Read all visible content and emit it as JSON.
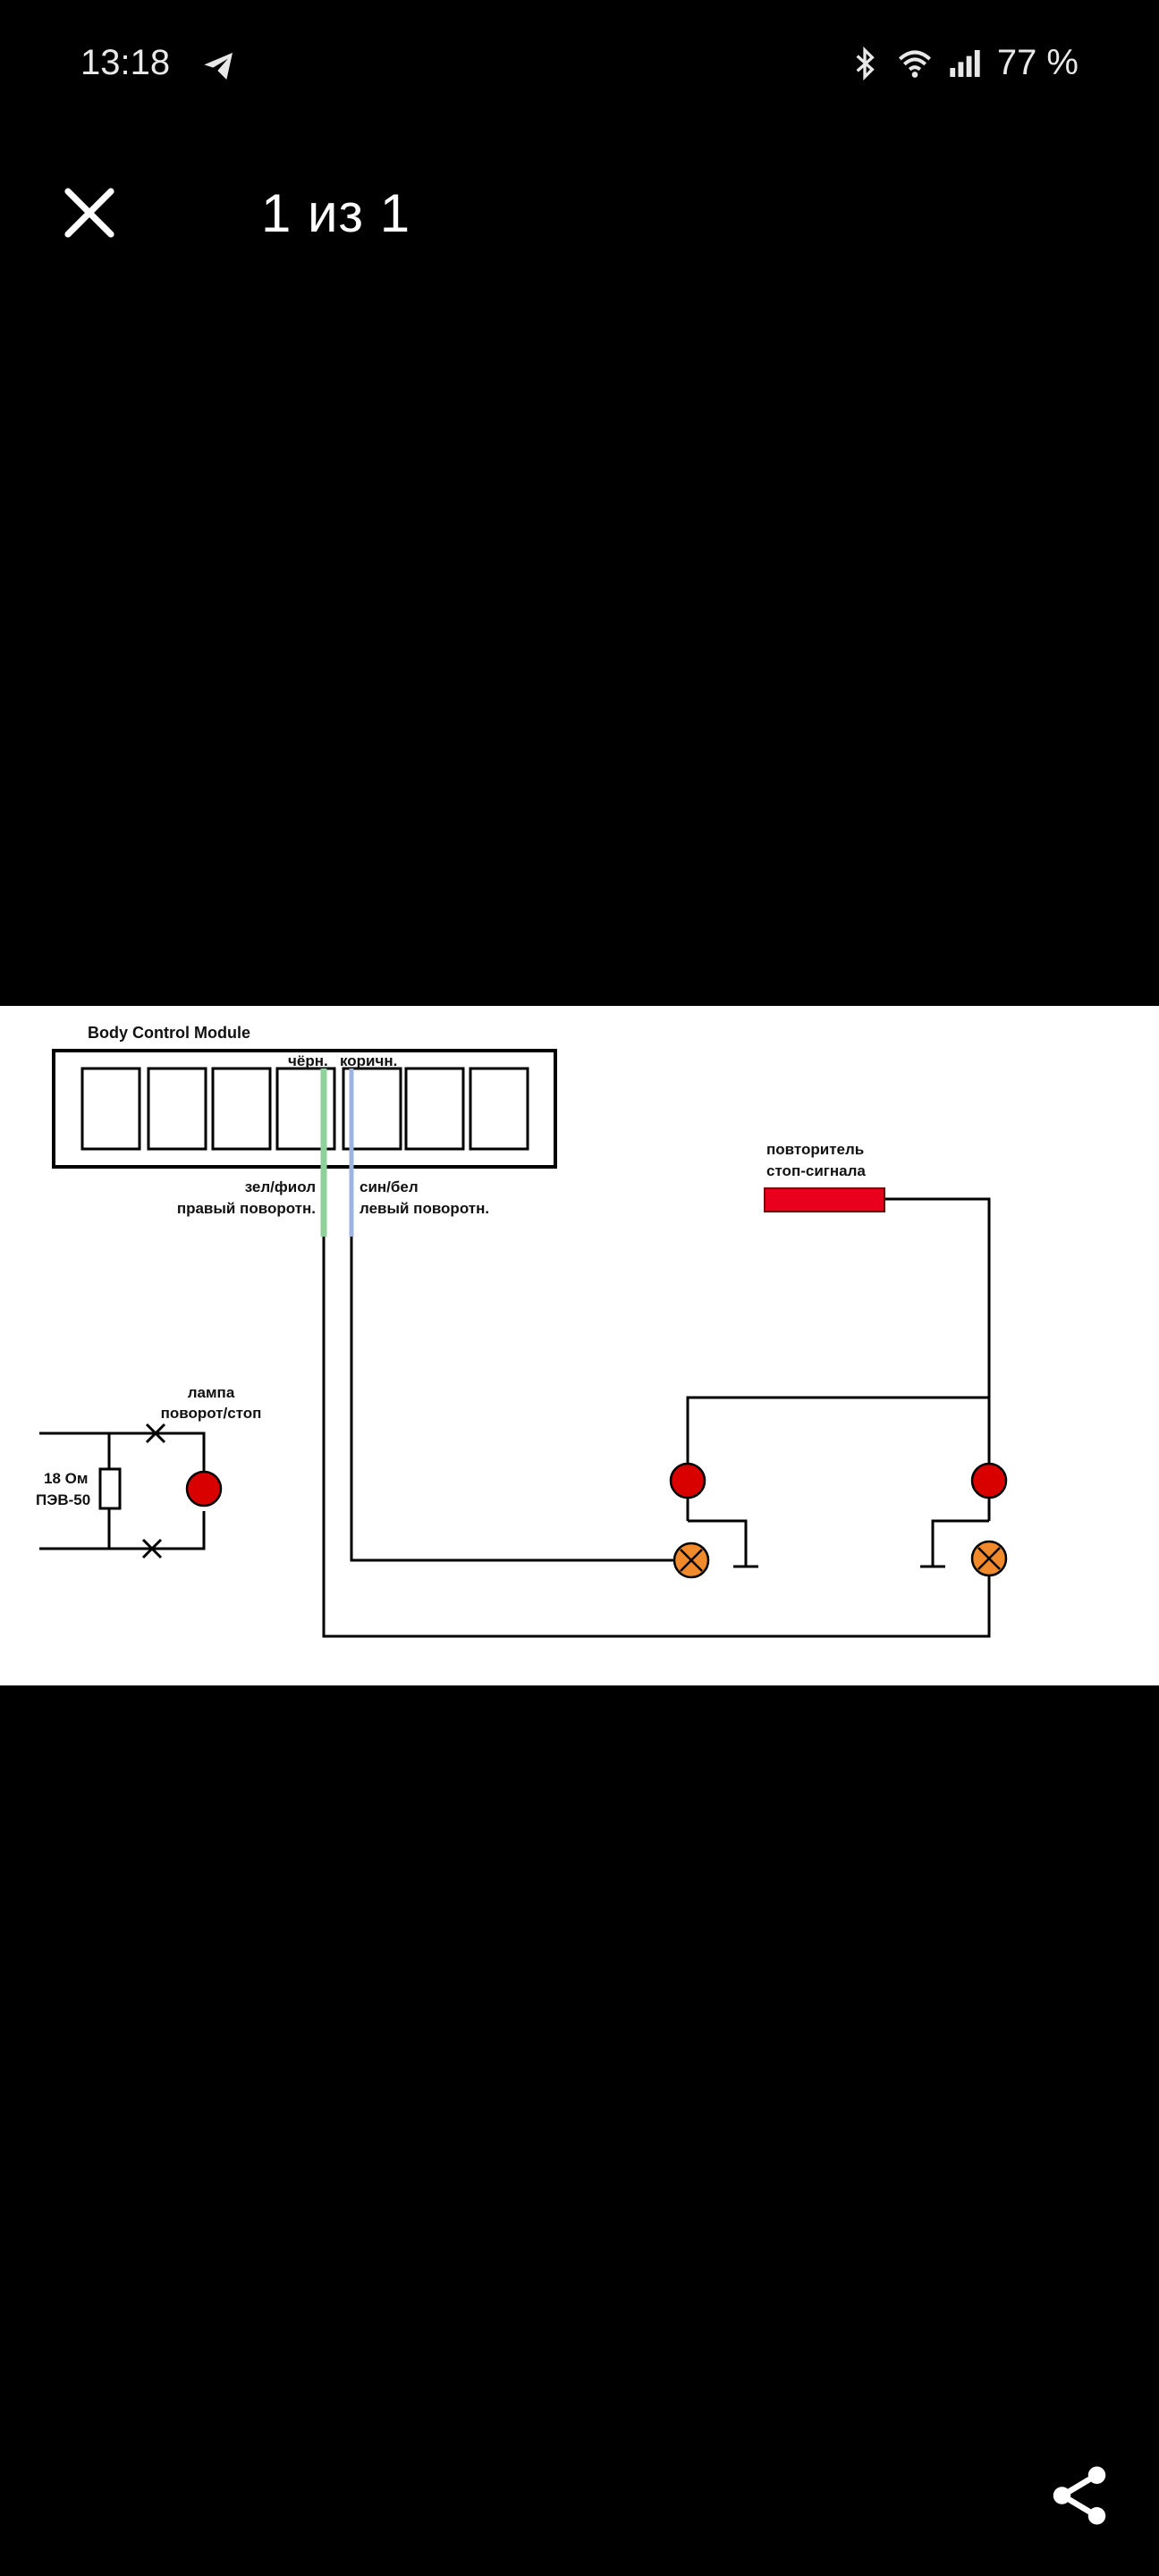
{
  "status_bar": {
    "time": "13:18",
    "battery": "77 %",
    "icons": [
      "telegram-icon",
      "bluetooth-icon",
      "wifi-icon",
      "signal-icon"
    ]
  },
  "viewer": {
    "counter": "1 из 1",
    "close_icon": "close-icon",
    "share_icon": "share-icon"
  },
  "diagram": {
    "title": "Body Control Module",
    "wire_black": "чёрн.",
    "wire_brown": "коричн.",
    "wire_green_violet": "зел/фиол",
    "right_turn": "правый поворотн.",
    "wire_blue_white": "син/бел",
    "left_turn": "левый поворотн.",
    "repeater_line1": "повторитель",
    "repeater_line2": "стоп-сигнала",
    "lamp_line1": "лампа",
    "lamp_line2": "поворот/стоп",
    "resistor_line1": "18 Ом",
    "resistor_line2": "ПЭВ-50",
    "colors": {
      "green_wire": "#8fd19a",
      "blue_wire": "#9db4e0",
      "red_lamp": "#d90000",
      "orange_lamp": "#f08a2a",
      "repeater": "#e8001c"
    }
  }
}
